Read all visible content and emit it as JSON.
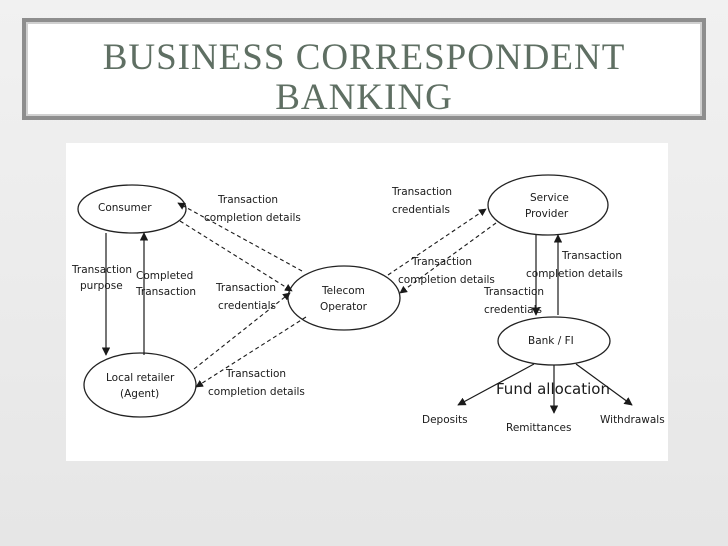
{
  "slide": {
    "title_line1": "BUSINESS CORRESPONDENT",
    "title_line2": "BANKING"
  },
  "diagram": {
    "nodes": {
      "consumer": "Consumer",
      "local_retailer_1": "Local retailer",
      "local_retailer_2": "(Agent)",
      "telecom_1": "Telecom",
      "telecom_2": "Operator",
      "service_provider_1": "Service",
      "service_provider_2": "Provider",
      "bank": "Bank / FI"
    },
    "labels": {
      "tc_details_top_1": "Transaction",
      "tc_details_top_2": "completion details",
      "purpose_1": "Transaction",
      "purpose_2": "purpose",
      "completed_1": "Completed",
      "completed_2": "Transaction",
      "cred_left_1": "Transaction",
      "cred_left_2": "credentials",
      "tc_details_bottom_1": "Transaction",
      "tc_details_bottom_2": "completion details",
      "cred_sp_1": "Transaction",
      "cred_sp_2": "credentials",
      "tc_details_sp_1": "Transaction",
      "tc_details_sp_2": "completion details",
      "tc_details_bank_1": "Transaction",
      "tc_details_bank_2": "completion details",
      "cred_bank_1": "Transaction",
      "cred_bank_2": "credentials",
      "fund_allocation": "Fund allocation",
      "deposits": "Deposits",
      "remittances": "Remittances",
      "withdrawals": "Withdrawals"
    }
  }
}
